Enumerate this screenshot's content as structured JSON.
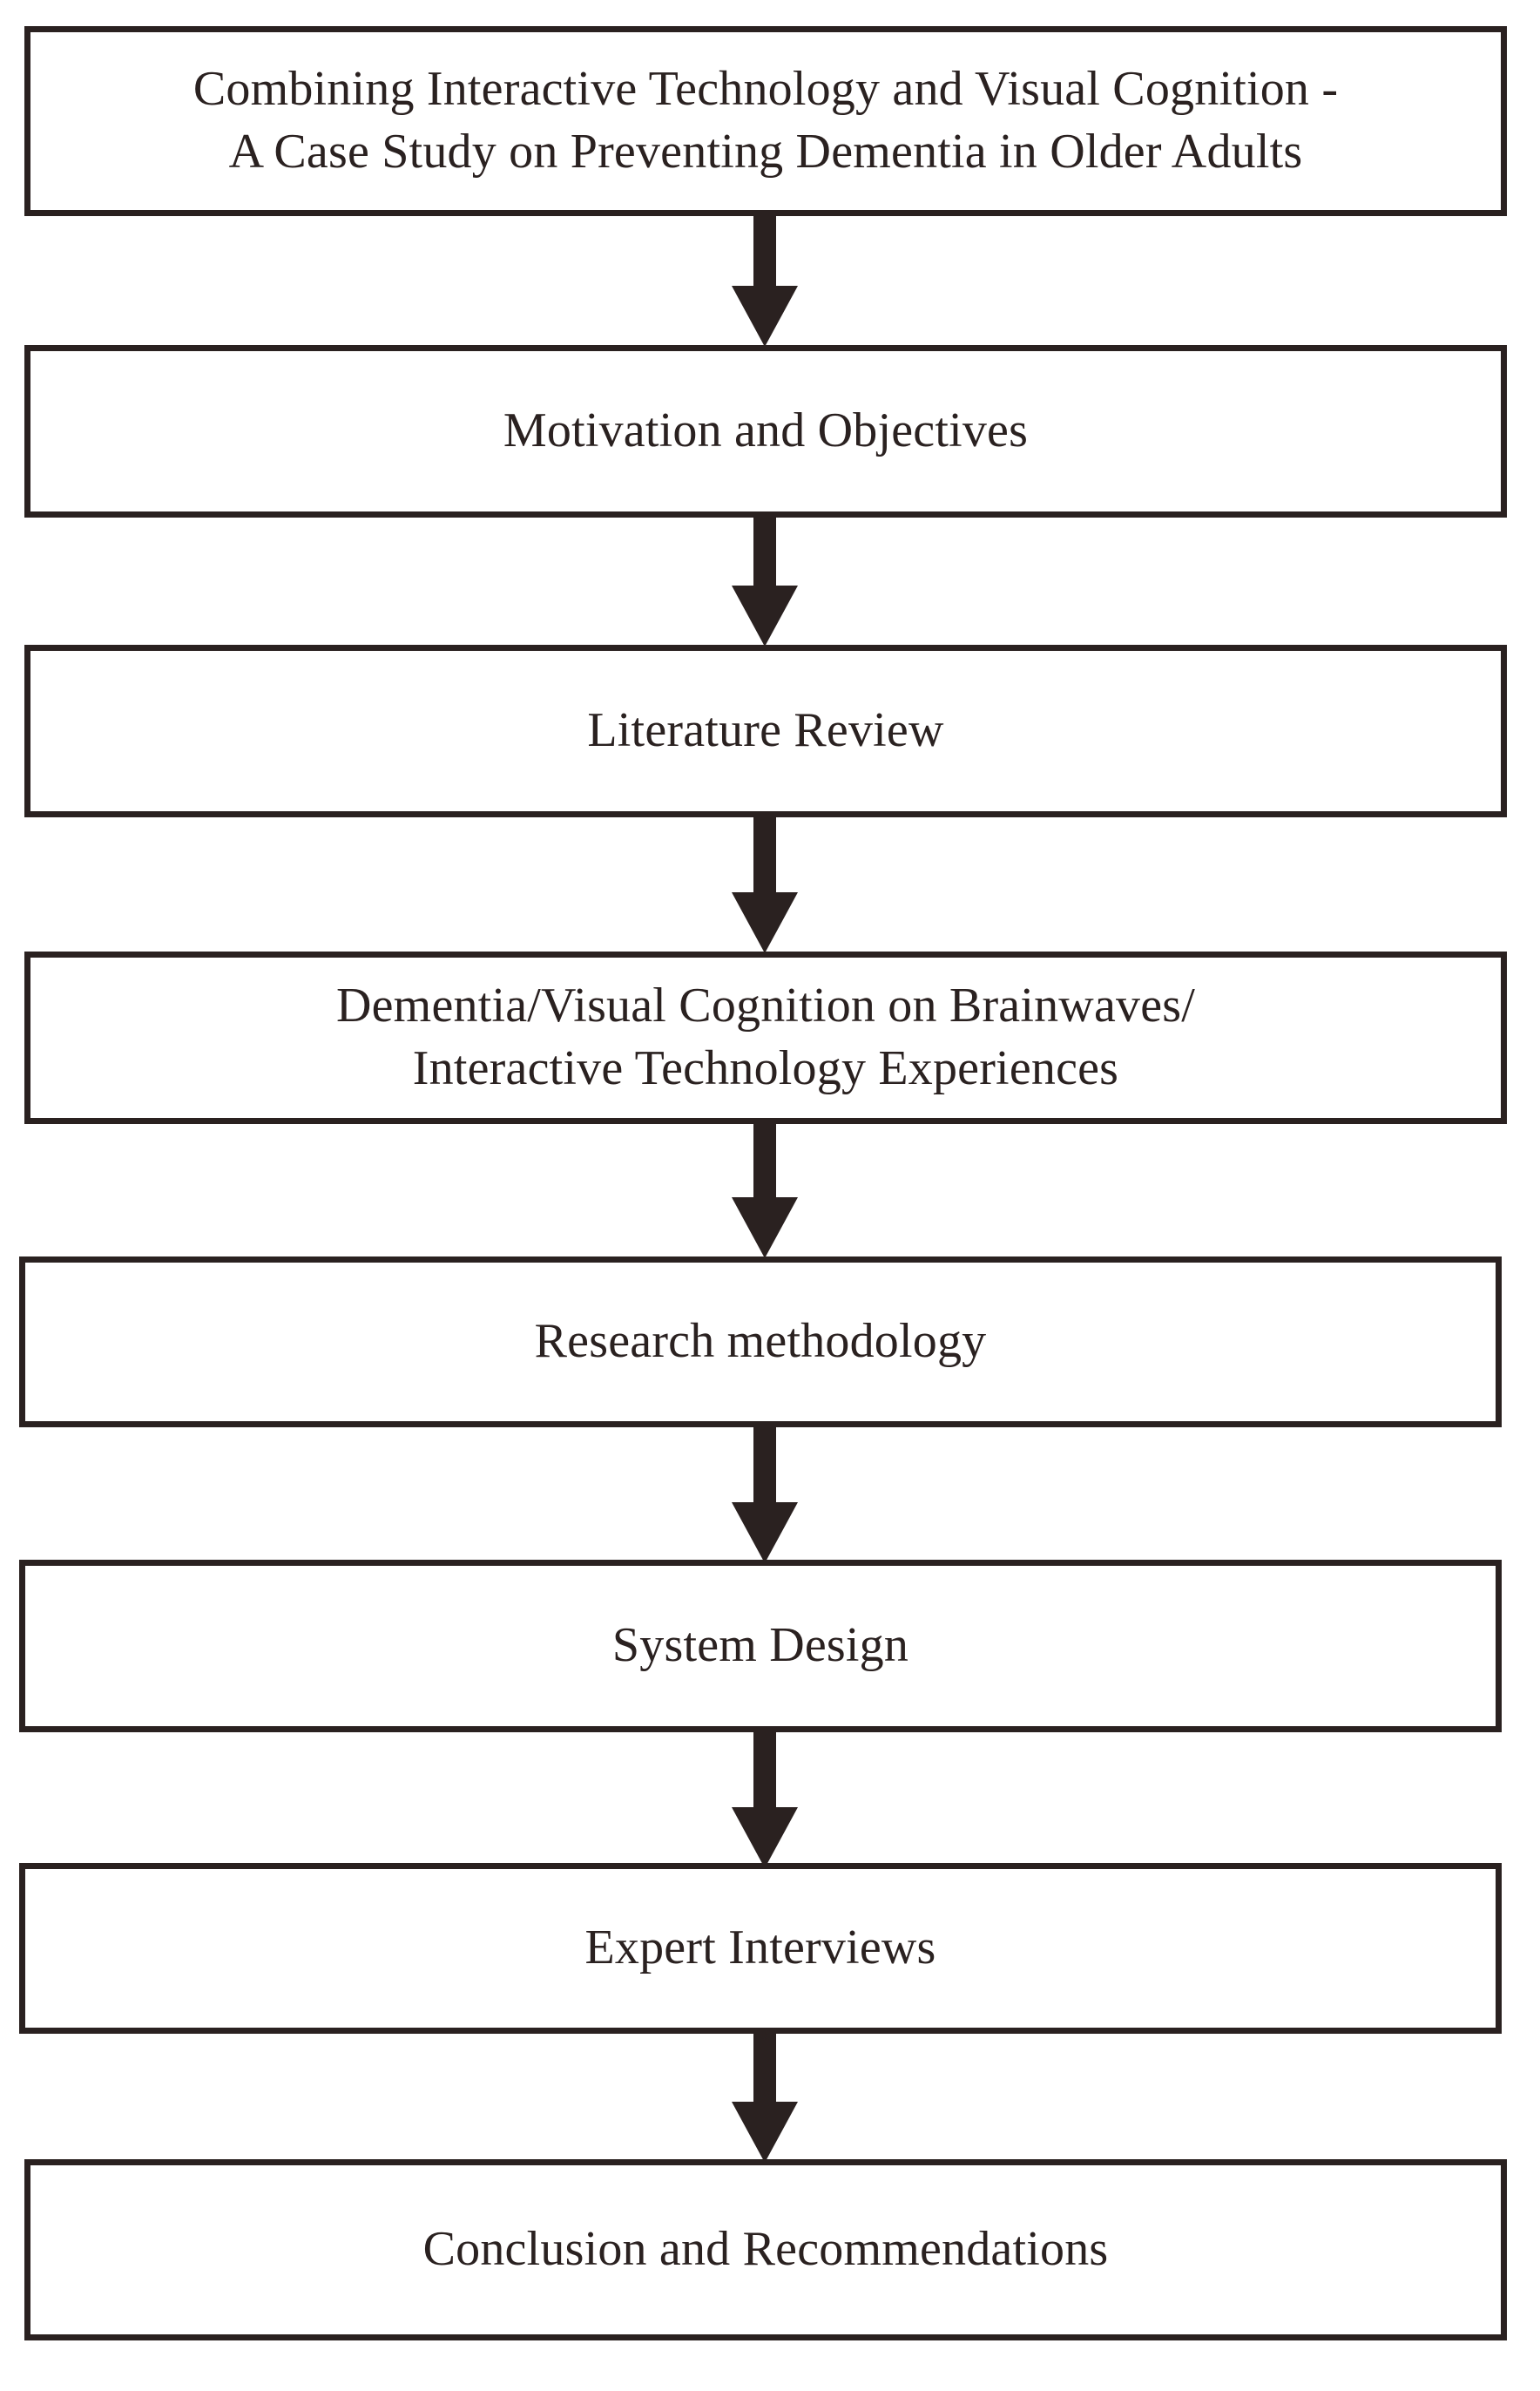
{
  "diagram": {
    "type": "flowchart",
    "orientation": "top-to-bottom",
    "background_color": "#ffffff",
    "stroke_color": "#2a2120",
    "text_color": "#2a2120",
    "nodes": [
      {
        "id": "title",
        "label": "Combining Interactive Technology and Visual Cognition -\nA Case Study on Preventing Dementia in Older Adults",
        "shape": "rectangle"
      },
      {
        "id": "motivation",
        "label": "Motivation and Objectives",
        "shape": "rectangle"
      },
      {
        "id": "literature",
        "label": "Literature Review",
        "shape": "rectangle"
      },
      {
        "id": "topics",
        "label": "Dementia/Visual Cognition on Brainwaves/\nInteractive Technology Experiences",
        "shape": "rectangle"
      },
      {
        "id": "methodology",
        "label": "Research methodology",
        "shape": "rectangle"
      },
      {
        "id": "system-design",
        "label": "System Design",
        "shape": "rectangle"
      },
      {
        "id": "expert-interviews",
        "label": "Expert Interviews",
        "shape": "rectangle"
      },
      {
        "id": "conclusion",
        "label": "Conclusion and Recommendations",
        "shape": "rectangle"
      }
    ],
    "edges": [
      {
        "from": "title",
        "to": "motivation",
        "style": "solid-block-arrow"
      },
      {
        "from": "motivation",
        "to": "literature",
        "style": "solid-block-arrow"
      },
      {
        "from": "literature",
        "to": "topics",
        "style": "solid-block-arrow"
      },
      {
        "from": "topics",
        "to": "methodology",
        "style": "solid-block-arrow"
      },
      {
        "from": "methodology",
        "to": "system-design",
        "style": "solid-block-arrow"
      },
      {
        "from": "system-design",
        "to": "expert-interviews",
        "style": "solid-block-arrow"
      },
      {
        "from": "expert-interviews",
        "to": "conclusion",
        "style": "solid-block-arrow"
      }
    ]
  }
}
